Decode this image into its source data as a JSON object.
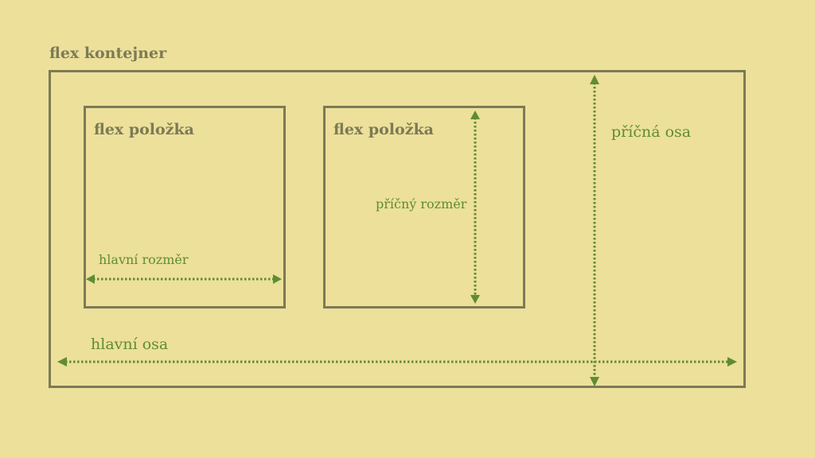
{
  "container": {
    "title": "flex kontejner"
  },
  "items": [
    {
      "title": "flex položka"
    },
    {
      "title": "flex položka"
    }
  ],
  "labels": {
    "main_size": "hlavní rozměr",
    "cross_size": "příčný rozměr",
    "main_axis": "hlavní osa",
    "cross_axis": "příčná osa"
  },
  "colors": {
    "background": "#ece09b",
    "border": "#7d7a55",
    "arrow": "#5f8c33"
  }
}
